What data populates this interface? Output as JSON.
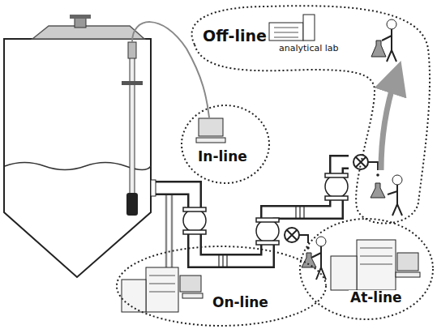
{
  "diagram": {
    "nodes": [
      {
        "text": [
          "Off-line",
          "analytical lab"
        ]
      },
      {
        "text": [
          "In-line"
        ]
      },
      {
        "text": [
          "At-line"
        ]
      },
      {
        "text": [
          "On-line"
        ]
      }
    ]
  }
}
